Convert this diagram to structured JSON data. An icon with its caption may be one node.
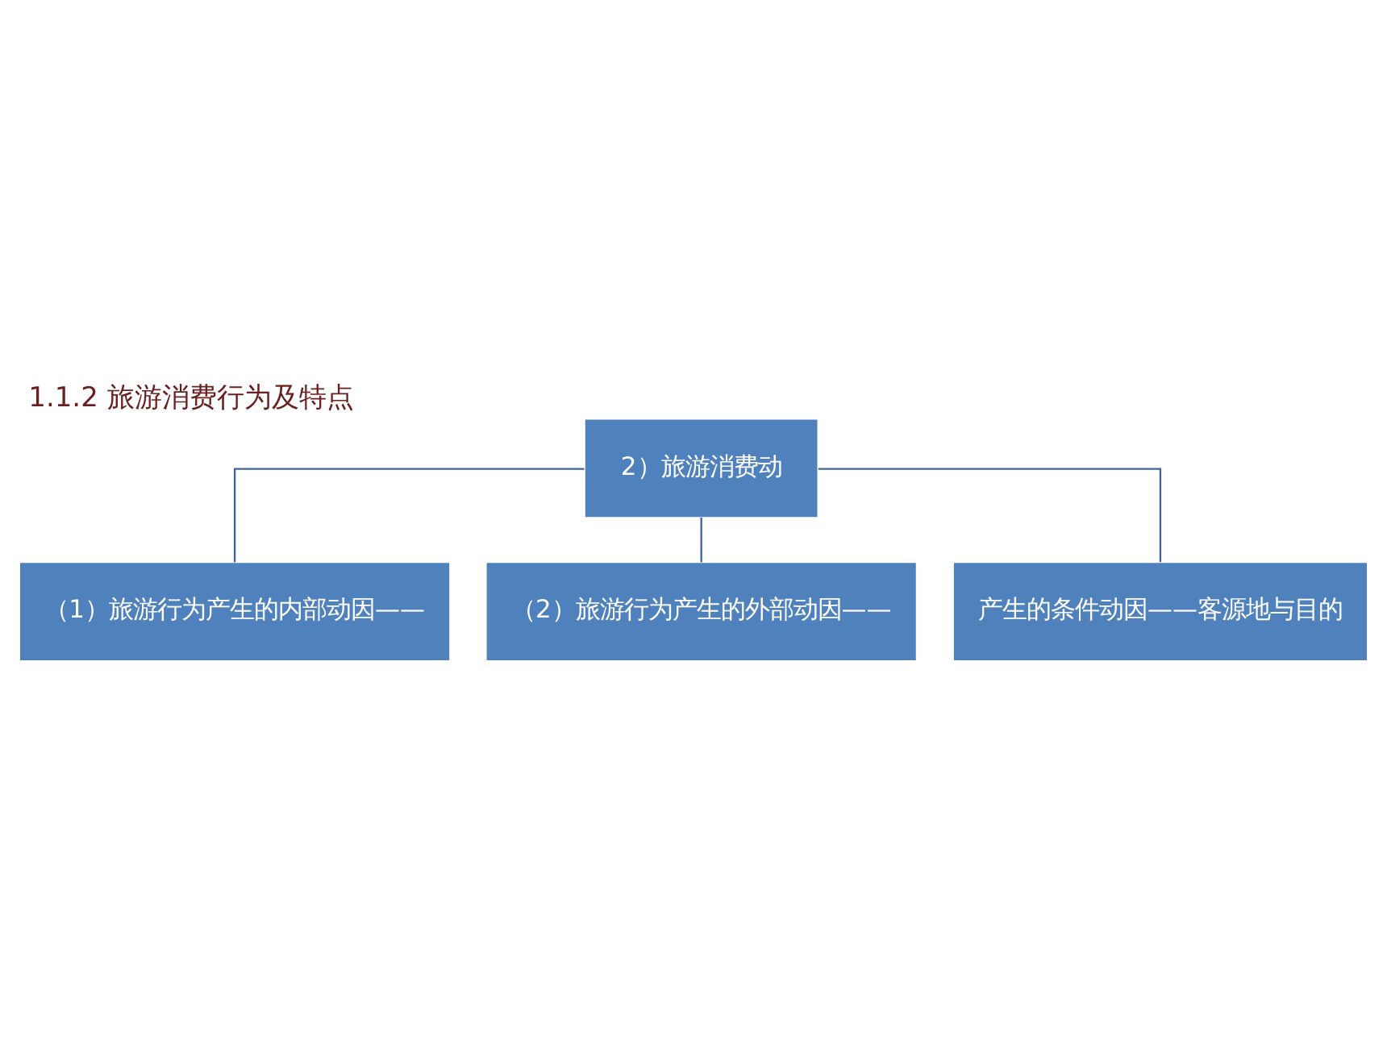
{
  "diagram": {
    "title": "1.1.2 旅游消费行为及特点",
    "nodes": [
      {
        "text": [
          "2）旅游消费动"
        ]
      },
      {
        "text": [
          "（1）旅游行为产生的内部动因——"
        ]
      },
      {
        "text": [
          "（2）旅游行为产生的外部动因——"
        ]
      },
      {
        "text": [
          "产生的条件动因——客源地与目的"
        ]
      }
    ],
    "edges": [
      {
        "from": 0,
        "to": 1,
        "arrow": "none"
      },
      {
        "from": 0,
        "to": 2,
        "arrow": "none"
      },
      {
        "from": 0,
        "to": 3,
        "arrow": "none"
      }
    ]
  }
}
